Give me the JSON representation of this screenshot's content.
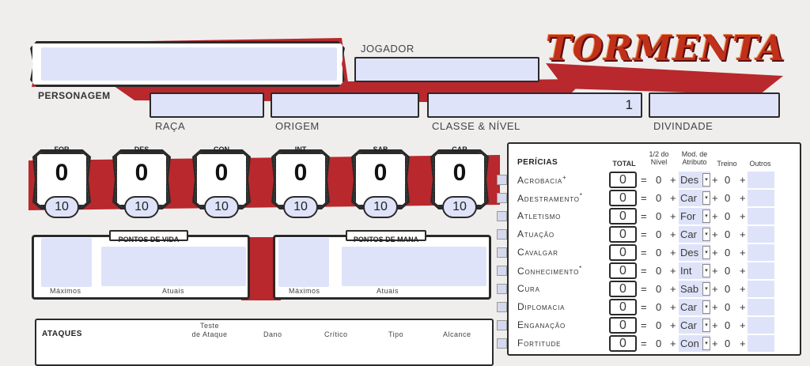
{
  "header": {
    "logo": "TORMENTA",
    "personagem_label": "PERSONAGEM",
    "jogador_label": "JOGADOR",
    "raca_label": "RAÇA",
    "origem_label": "ORIGEM",
    "classe_label": "CLASSE & NÍVEL",
    "classe_value": "1",
    "divindade_label": "DIVINDADE"
  },
  "attributes": [
    {
      "name": "FOR",
      "mod": "0",
      "score": "10"
    },
    {
      "name": "DES",
      "mod": "0",
      "score": "10"
    },
    {
      "name": "CON",
      "mod": "0",
      "score": "10"
    },
    {
      "name": "INT",
      "mod": "0",
      "score": "10"
    },
    {
      "name": "SAB",
      "mod": "0",
      "score": "10"
    },
    {
      "name": "CAR",
      "mod": "0",
      "score": "10"
    }
  ],
  "vida": {
    "title": "PONTOS DE VIDA",
    "max_label": "Máximos",
    "cur_label": "Atuais"
  },
  "mana": {
    "title": "PONTOS DE MANA",
    "max_label": "Máximos",
    "cur_label": "Atuais"
  },
  "ataques": {
    "title": "ATAQUES",
    "teste_label": "Teste\nde Ataque",
    "dano_label": "Dano",
    "critico_label": "Crítico",
    "tipo_label": "Tipo",
    "alcance_label": "Alcance"
  },
  "skills_header": {
    "title": "PERÍCIAS",
    "total": "TOTAL",
    "half_level": "1/2 do\nNível",
    "mod_attr": "Mod. de\nAtributo",
    "treino": "Treino",
    "outros": "Outros"
  },
  "skills": [
    {
      "name": "Acrobacia",
      "sup": "+",
      "total": "0",
      "half": "0",
      "attr": "Des",
      "treino": "0"
    },
    {
      "name": "Adestramento",
      "sup": "*",
      "total": "0",
      "half": "0",
      "attr": "Car",
      "treino": "0"
    },
    {
      "name": "Atletismo",
      "sup": "",
      "total": "0",
      "half": "0",
      "attr": "For",
      "treino": "0"
    },
    {
      "name": "Atuação",
      "sup": "",
      "total": "0",
      "half": "0",
      "attr": "Car",
      "treino": "0"
    },
    {
      "name": "Cavalgar",
      "sup": "",
      "total": "0",
      "half": "0",
      "attr": "Des",
      "treino": "0"
    },
    {
      "name": "Conhecimento",
      "sup": "*",
      "total": "0",
      "half": "0",
      "attr": "Int",
      "treino": "0"
    },
    {
      "name": "Cura",
      "sup": "",
      "total": "0",
      "half": "0",
      "attr": "Sab",
      "treino": "0"
    },
    {
      "name": "Diplomacia",
      "sup": "",
      "total": "0",
      "half": "0",
      "attr": "Car",
      "treino": "0"
    },
    {
      "name": "Enganação",
      "sup": "",
      "total": "0",
      "half": "0",
      "attr": "Car",
      "treino": "0"
    },
    {
      "name": "Fortitude",
      "sup": "",
      "total": "0",
      "half": "0",
      "attr": "Con",
      "treino": "0"
    }
  ],
  "symbols": {
    "eq": "=",
    "plus": "+",
    "dropdown": "▾"
  },
  "colors": {
    "accent": "#b8282c",
    "field": "#dfe3f9",
    "logo": "#c0301a"
  }
}
